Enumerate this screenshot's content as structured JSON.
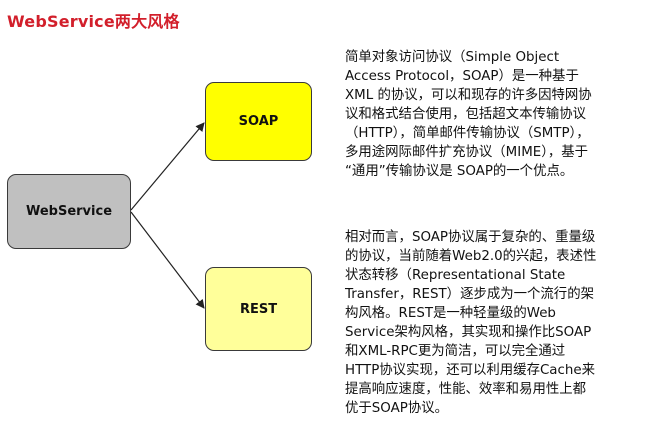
{
  "page": {
    "title": "WebService两大风格"
  },
  "diagram": {
    "root": {
      "label": "WebService"
    },
    "branches": [
      {
        "label": "SOAP",
        "description": "简单对象访问协议（Simple Object\nAccess Protocol，SOAP）是一种基于\nXML 的协议，可以和现存的许多因特网协\n议和格式结合使用，包括超文本传输协议\n（HTTP），简单邮件传输协议（SMTP），\n多用途网际邮件扩充协议（MIME），基于\n“通用”传输协议是 SOAP的一个优点。"
      },
      {
        "label": "REST",
        "description": "相对而言，SOAP协议属于复杂的、重量级\n的协议，当前随着Web2.0的兴起，表述性\n状态转移（Representational State\nTransfer，REST）逐步成为一个流行的架\n构风格。REST是一种轻量级的Web\nService架构风格，其实现和操作比SOAP\n和XML-RPC更为简洁，可以完全通过\nHTTP协议实现，还可以利用缓存Cache来\n提高响应速度，性能、效率和易用性上都\n优于SOAP协议。"
      }
    ]
  },
  "colors": {
    "title": "#d21f2b",
    "root_fill": "#c0c0c0",
    "soap_fill": "#ffff00",
    "rest_fill": "#ffff9a"
  }
}
